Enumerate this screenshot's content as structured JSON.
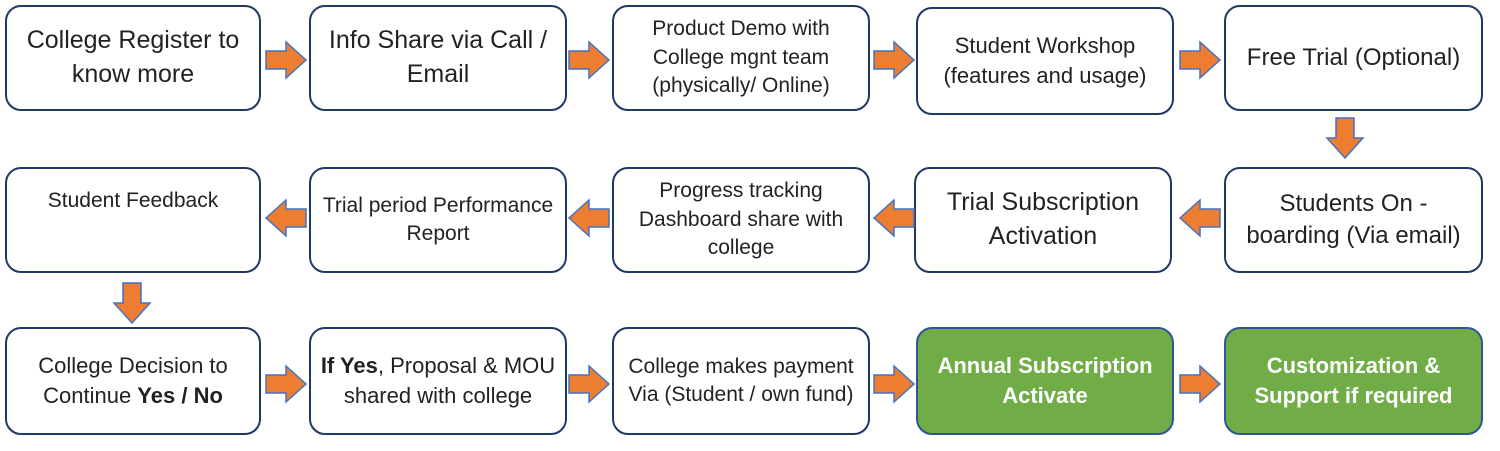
{
  "steps": {
    "s1": {
      "text": "College Register to know more"
    },
    "s2": {
      "text": "Info Share via Call / Email"
    },
    "s3": {
      "text": "Product Demo with College mgnt team (physically/ Online)"
    },
    "s4": {
      "text": "Student Workshop (features and usage)"
    },
    "s5": {
      "text": "Free Trial (Optional)"
    },
    "s6": {
      "text": "Students On - boarding (Via email)"
    },
    "s7": {
      "text": "Trial Subscription Activation"
    },
    "s8": {
      "text": "Progress tracking Dashboard share with college"
    },
    "s9": {
      "text": "Trial period Performance Report"
    },
    "s10": {
      "text": "Student Feedback"
    },
    "s11": {
      "pre": "College Decision to Continue ",
      "bold": "Yes / No"
    },
    "s12": {
      "bold": "If Yes",
      "post": ", Proposal & MOU shared with college"
    },
    "s13": {
      "text": "College makes payment Via (Student / own fund)"
    },
    "s14": {
      "text": "Annual Subscription Activate"
    },
    "s15": {
      "text": "Customization & Support if required"
    }
  },
  "colors": {
    "box_border": "#1f3864",
    "green_fill": "#70ad47",
    "arrow_fill": "#ed7d31",
    "arrow_stroke": "#4472c4"
  }
}
